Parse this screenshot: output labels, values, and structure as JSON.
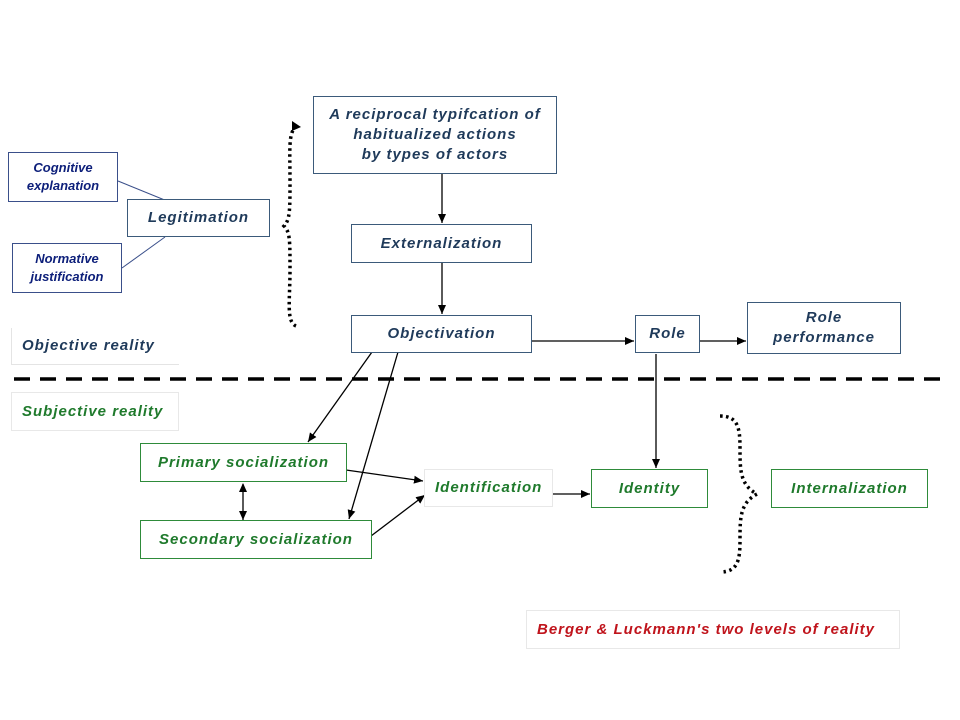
{
  "diagram": {
    "typification": "A reciprocal typifcation of\nhabitualized actions\nby types of actors",
    "externalization": "Externalization",
    "objectivation": "Objectivation",
    "role": "Role",
    "role_performance": "Role\nperformance",
    "legitimation": "Legitimation",
    "cognitive": "Cognitive\nexplanation",
    "normative": "Normative\njustification",
    "objective_reality": "Objective reality",
    "subjective_reality": "Subjective reality",
    "primary_socialization": "Primary socialization",
    "secondary_socialization": "Secondary socialization",
    "identification": "Identification",
    "identity": "Identity",
    "internalization": "Internalization",
    "caption": "Berger & Luckmann's two levels of reality"
  },
  "colors": {
    "blue_text": "#1f3a5a",
    "green_text": "#1f7a2c",
    "navy_text": "#0d1f7a",
    "caption_red": "#c0141c",
    "divider": "#000000"
  }
}
